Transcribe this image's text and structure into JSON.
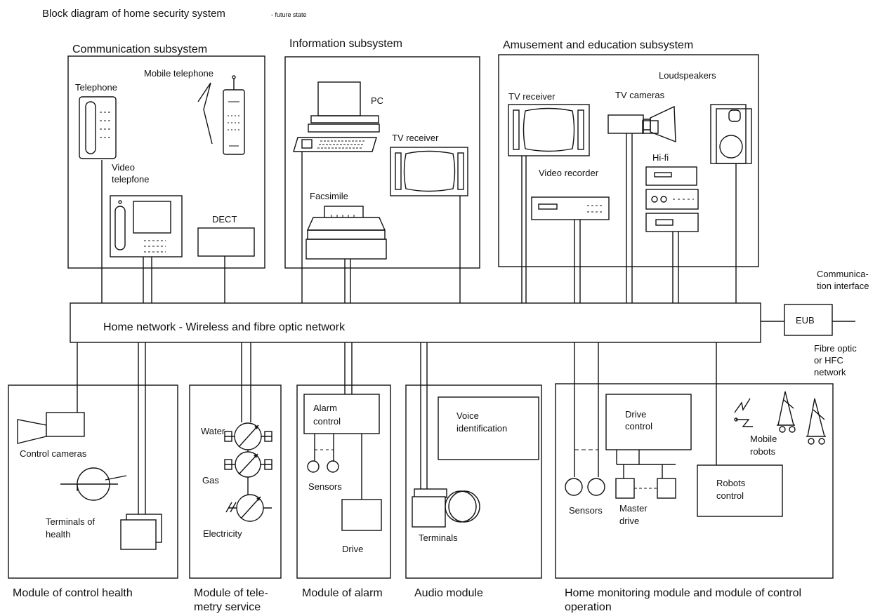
{
  "title": "Block diagram of home security system",
  "title_note": "- future state",
  "subsystems": {
    "communication": {
      "title": "Communication subsystem",
      "telephone": "Telephone",
      "mobile_telephone": "Mobile telephone",
      "video_telephone_1": "Video",
      "video_telephone_2": "telepfone",
      "dect": "DECT"
    },
    "information": {
      "title": "Information subsystem",
      "pc": "PC",
      "tv_receiver": "TV receiver",
      "facsimile": "Facsimile"
    },
    "amusement": {
      "title": "Amusement and education subsystem",
      "loudspeakers": "Loudspeakers",
      "tv_receiver": "TV receiver",
      "tv_cameras": "TV cameras",
      "hifi": "Hi-fi",
      "video_recorder": "Video recorder"
    }
  },
  "network": {
    "label": "Home network - Wireless and fibre optic network",
    "eub": "EUB",
    "comm_interface_1": "Communica-",
    "comm_interface_2": "tion interface",
    "fibre_1": "Fibre optic",
    "fibre_2": "or HFC",
    "fibre_3": "network"
  },
  "modules": {
    "health": {
      "caption": "Module of control health",
      "control_cameras": "Control cameras",
      "terminals_1": "Terminals of",
      "terminals_2": "health"
    },
    "telemetry": {
      "caption_1": "Module of tele-",
      "caption_2": "metry service",
      "water": "Water",
      "gas": "Gas",
      "electricity": "Electricity"
    },
    "alarm": {
      "caption": "Module of alarm",
      "alarm_control_1": "Alarm",
      "alarm_control_2": "control",
      "sensors": "Sensors",
      "drive": "Drive"
    },
    "audio": {
      "caption": "Audio module",
      "voice_1": "Voice",
      "voice_2": "identification",
      "terminals": "Terminals"
    },
    "monitoring": {
      "caption_1": "Home monitoring module and module of control",
      "caption_2": "operation",
      "drive_control_1": "Drive",
      "drive_control_2": "control",
      "mobile_robots_1": "Mobile",
      "mobile_robots_2": "robots",
      "sensors": "Sensors",
      "master_drive_1": "Master",
      "master_drive_2": "drive",
      "robots_control_1": "Robots",
      "robots_control_2": "control"
    }
  }
}
